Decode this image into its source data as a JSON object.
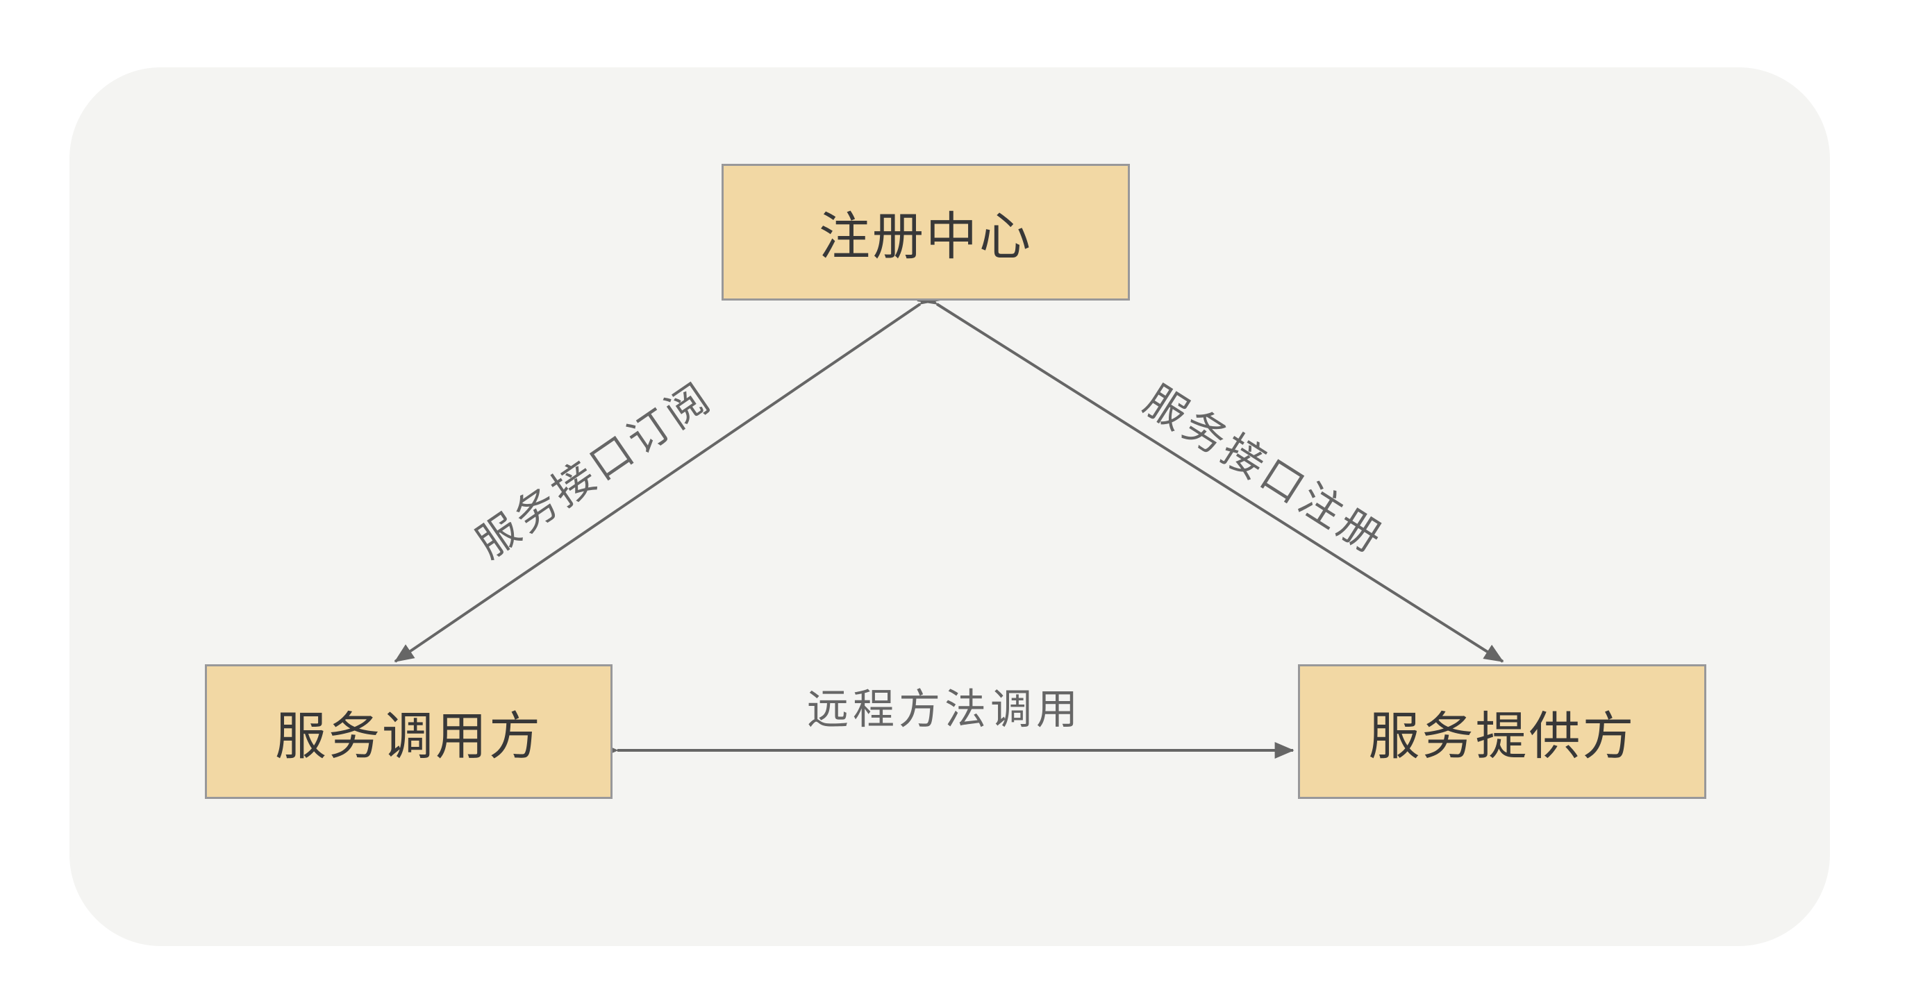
{
  "diagram": {
    "title": "RPC service registry architecture",
    "nodes": {
      "registry": {
        "label": "注册中心"
      },
      "consumer": {
        "label": "服务调用方"
      },
      "provider": {
        "label": "服务提供方"
      }
    },
    "edges": {
      "subscribe": {
        "label": "服务接口订阅",
        "from": "consumer",
        "to": "registry",
        "direction": "bidirectional"
      },
      "register": {
        "label": "服务接口注册",
        "from": "provider",
        "to": "registry",
        "direction": "bidirectional"
      },
      "invoke": {
        "label": "远程方法调用",
        "from": "consumer",
        "to": "provider",
        "direction": "bidirectional"
      }
    },
    "colors": {
      "page_bg": "#ffffff",
      "panel_bg": "#f4f4f2",
      "node_fill": "#f2d8a4",
      "node_border": "#98989a",
      "node_text": "#383838",
      "edge": "#666666",
      "edge_text": "#666666"
    }
  }
}
